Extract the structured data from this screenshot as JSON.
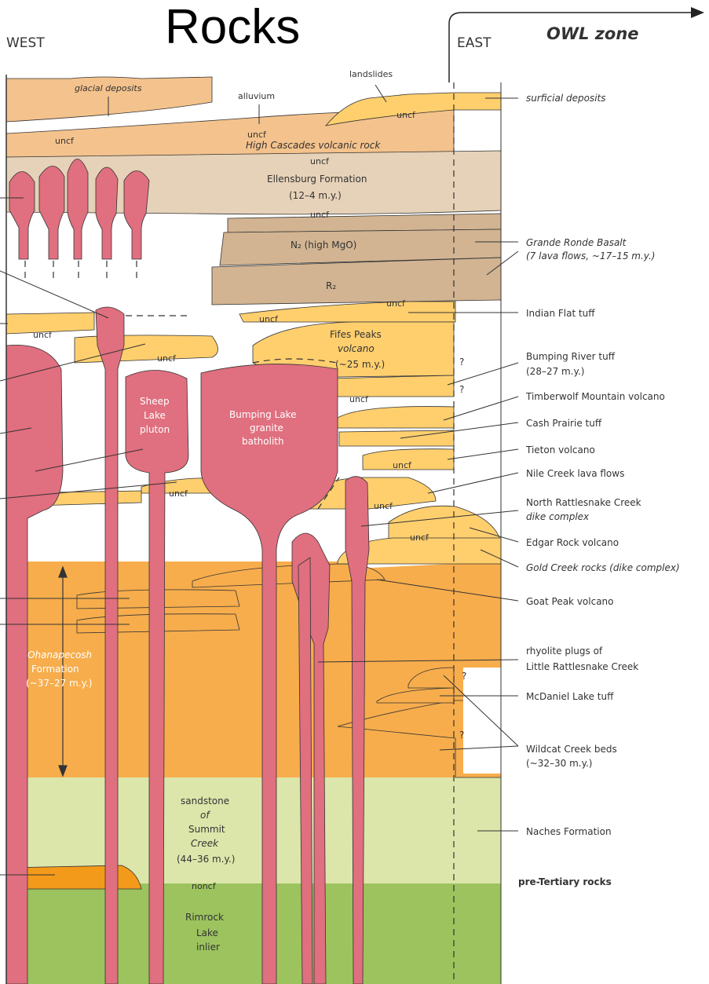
{
  "title": "Rocks",
  "headers": {
    "west": "WEST",
    "east": "EAST",
    "owl_zone": "OWL zone"
  },
  "colors": {
    "tan": "#f4c28c",
    "beige": "#e6d2b8",
    "brown": "#d2b492",
    "yellow": "#ffcf6e",
    "orange": "#f7ad4c",
    "light_green": "#dde6aa",
    "green": "#9cc35e",
    "intrusion_red": "#e06f7f",
    "dark_orange": "#f39a1a"
  },
  "units": {
    "glacial_deposits": "glacial deposits",
    "alluvium": "alluvium",
    "landslides": "landslides",
    "unconformity": "uncf",
    "high_cascades": "High Cascades volcanic rock",
    "ellensburg": [
      "Ellensburg Formation",
      "(12–4 m.y.)"
    ],
    "n2": "N₂ (high MgO)",
    "r2": "R₂",
    "fifes_peaks": [
      "Fifes Peaks",
      "volcano",
      "(~25 m.y.)"
    ],
    "sheep_lake": [
      "Sheep",
      "Lake",
      "pluton"
    ],
    "bumping_lake": [
      "Bumping Lake",
      "granite",
      "batholith"
    ],
    "ohanapecosh": [
      "Ohanapecosh",
      "Formation",
      "(~37–27 m.y.)"
    ],
    "summit_creek": [
      "sandstone",
      "of",
      "Summit",
      "Creek",
      "(44–36 m.y.)"
    ],
    "nonconformity": "noncf",
    "rimrock": [
      "Rimrock",
      "Lake",
      "inlier"
    ],
    "question_mark": "?"
  },
  "right_labels": {
    "surficial": "surficial deposits",
    "grande_ronde": [
      "Grande Ronde Basalt",
      "(7 lava flows, ~17–15 m.y.)"
    ],
    "indian_flat": "Indian Flat tuff",
    "bumping_river": [
      "Bumping River tuff",
      "(28–27 m.y.)"
    ],
    "timberwolf": "Timberwolf Mountain volcano",
    "cash_prairie": "Cash Prairie tuff",
    "tieton": "Tieton volcano",
    "nile_creek": "Nile Creek lava flows",
    "north_rattlesnake": [
      "North Rattlesnake Creek",
      "dike complex"
    ],
    "edgar_rock": "Edgar Rock volcano",
    "gold_creek": "Gold Creek rocks (dike complex)",
    "goat_peak": "Goat Peak volcano",
    "rhyolite": [
      "rhyolite plugs of",
      "Little Rattlesnake Creek"
    ],
    "mcdaniel": "McDaniel Lake tuff",
    "wildcat": [
      "Wildcat Creek beds",
      "(~32–30 m.y.)"
    ],
    "naches": "Naches Formation",
    "pre_tertiary": "pre-Tertiary rocks"
  }
}
